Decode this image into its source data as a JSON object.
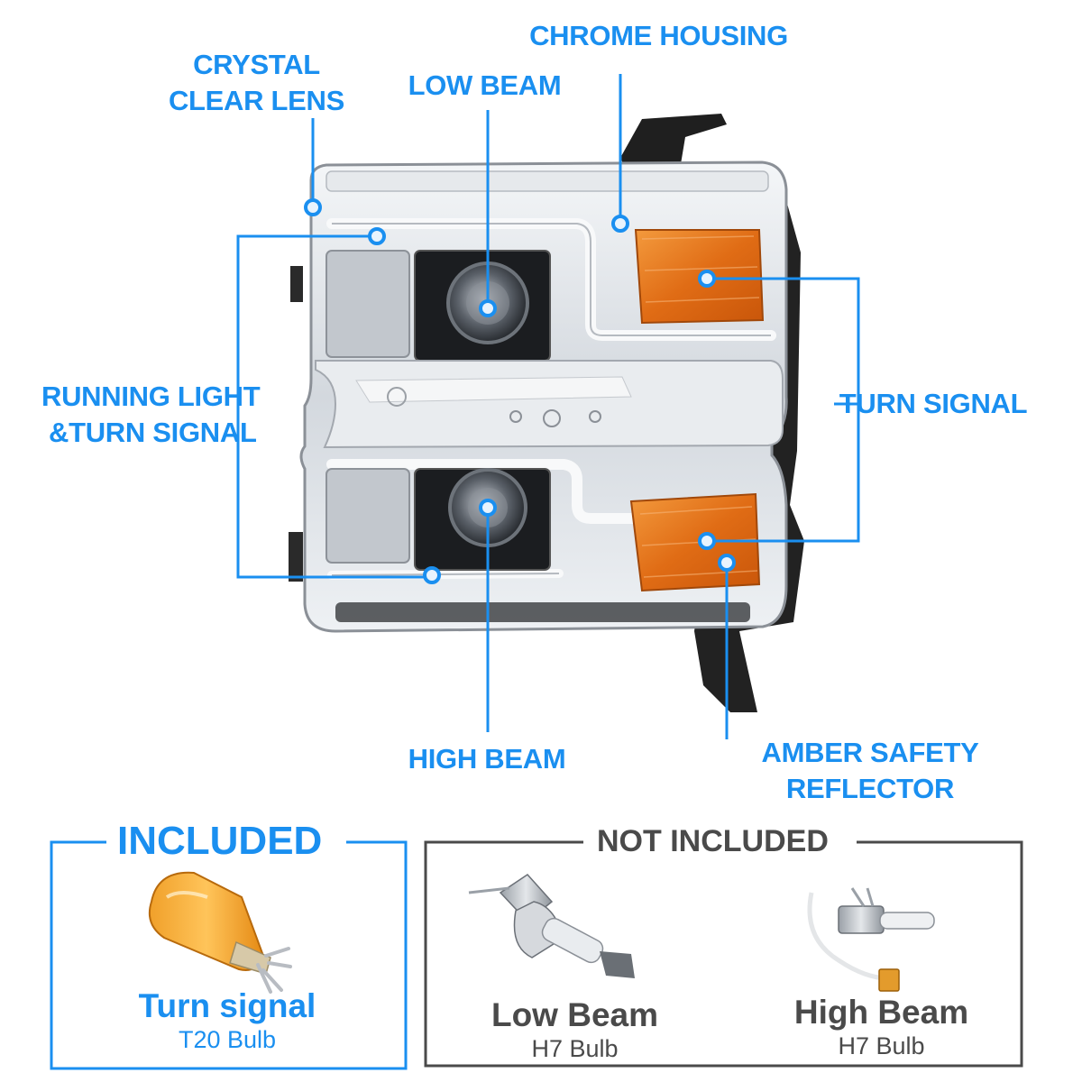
{
  "callouts": {
    "crystal_clear_lens": [
      "CRYSTAL",
      "CLEAR LENS"
    ],
    "low_beam": "LOW BEAM",
    "chrome_housing": "CHROME HOUSING",
    "running_light": [
      "RUNNING LIGHT",
      "&TURN SIGNAL"
    ],
    "turn_signal": "TURN SIGNAL",
    "high_beam": "HIGH BEAM",
    "amber_reflector": [
      "AMBER SAFETY",
      "REFLECTOR"
    ]
  },
  "included": {
    "title": "INCLUDED",
    "bulb": {
      "name": "Turn signal",
      "type": "T20 Bulb"
    }
  },
  "not_included": {
    "title": "NOT INCLUDED",
    "bulbs": [
      {
        "name": "Low Beam",
        "type": "H7 Bulb"
      },
      {
        "name": "High Beam",
        "type": "H7 Bulb"
      }
    ]
  },
  "colors": {
    "accent": "#1a8ff0",
    "amber": "#e5781c",
    "chrome": "#d9dde2",
    "box_gray": "#4a4a4a"
  }
}
